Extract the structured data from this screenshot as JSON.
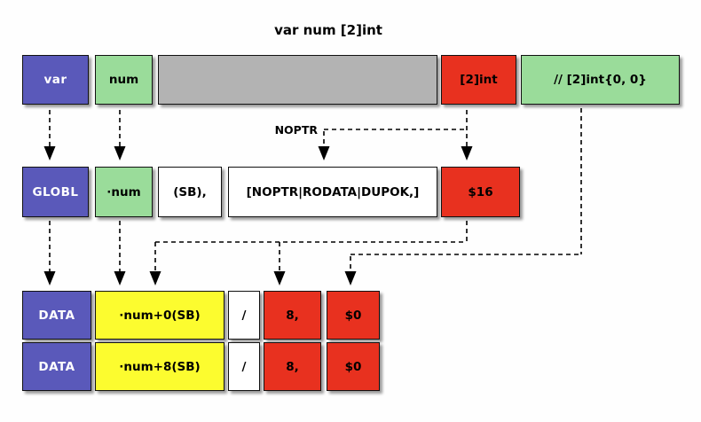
{
  "title": "var num [2]int",
  "labels": {
    "noptr": "NOPTR"
  },
  "colors": {
    "blue": "#5a59ba",
    "green": "#9adc9a",
    "gray": "#b3b3b3",
    "red": "#e8311f",
    "yellow": "#fcfc2f",
    "white": "#ffffff"
  },
  "rows": {
    "source": {
      "var": "var",
      "num": "num",
      "type": "[2]int",
      "comment": "// [2]int{0, 0}"
    },
    "globl": {
      "directive": "GLOBL",
      "symbol": "·num",
      "sb": "(SB),",
      "flags": "[NOPTR|RODATA|DUPOK,]",
      "size": "$16"
    },
    "data": [
      {
        "directive": "DATA",
        "symbol": "·num+0(SB)",
        "slash": "/",
        "size": "8,",
        "value": "$0"
      },
      {
        "directive": "DATA",
        "symbol": "·num+8(SB)",
        "slash": "/",
        "size": "8,",
        "value": "$0"
      }
    ]
  }
}
